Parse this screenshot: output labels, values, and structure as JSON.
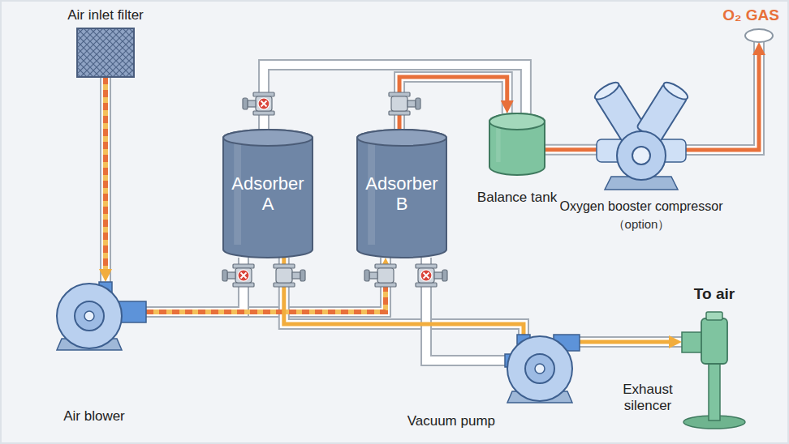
{
  "diagram": {
    "nodes": [
      {
        "text": [
          "Air inlet filter"
        ]
      },
      {
        "text": [
          "Adsorber A"
        ]
      },
      {
        "text": [
          "Adsorber B"
        ]
      },
      {
        "text": [
          "Balance tank"
        ]
      },
      {
        "text": [
          "Oxygen booster compressor",
          "（option）"
        ]
      },
      {
        "text": [
          "O₂ GAS"
        ]
      },
      {
        "text": [
          "Air blower"
        ]
      },
      {
        "text": [
          "Vacuum pump"
        ]
      },
      {
        "text": [
          "Exhaust silencer"
        ]
      }
    ],
    "edges": [
      {
        "from": 0,
        "to": 6,
        "arrow": "to"
      },
      {
        "from": 6,
        "to": 2,
        "arrow": "to"
      },
      {
        "from": 2,
        "to": 3,
        "arrow": "to"
      },
      {
        "from": 3,
        "to": 4,
        "arrow": "none"
      },
      {
        "from": 4,
        "to": 5,
        "arrow": "to"
      },
      {
        "from": 1,
        "to": 7,
        "arrow": "none"
      },
      {
        "from": 7,
        "to": 8,
        "arrow": "to"
      },
      {
        "from": 6,
        "to": 1,
        "arrow": "none"
      },
      {
        "from": 1,
        "to": 3,
        "arrow": "none"
      },
      {
        "from": 2,
        "to": 7,
        "arrow": "none"
      }
    ],
    "labels": [
      "To air"
    ]
  }
}
